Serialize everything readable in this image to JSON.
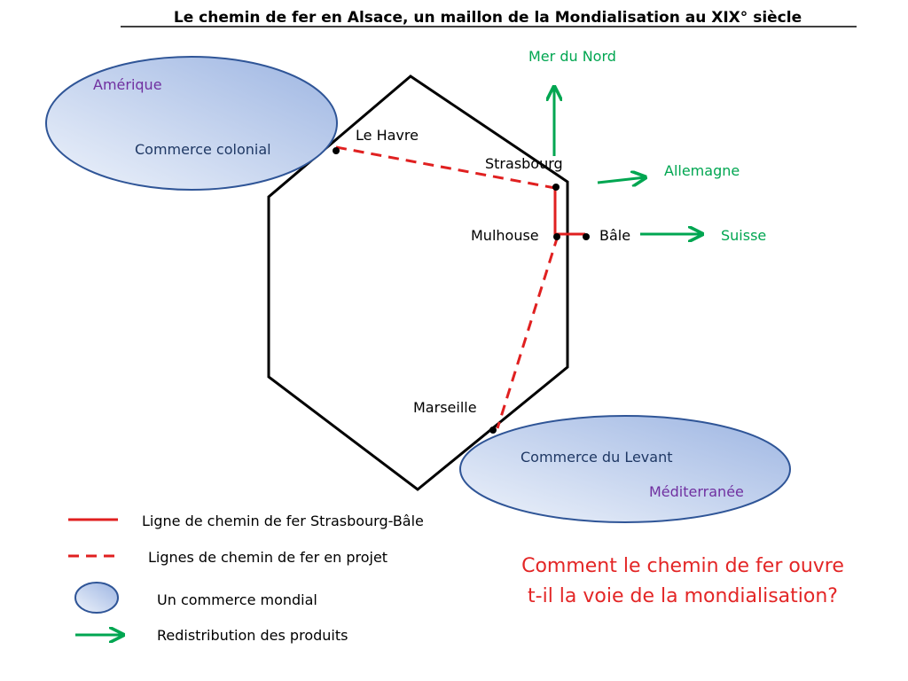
{
  "title": "Le chemin de fer en Alsace, un maillon de la Mondialisation au XIX° siècle",
  "colors": {
    "rail": "#e02020",
    "arrow": "#00a651",
    "ellipse_stroke": "#2f5597",
    "region_label": "#7030a0",
    "trade_label": "#1f3864",
    "question": "#e32626"
  },
  "cities": {
    "le_havre": "Le Havre",
    "strasbourg": "Strasbourg",
    "mulhouse": "Mulhouse",
    "bale": "Bâle",
    "marseille": "Marseille"
  },
  "destinations": {
    "mer_du_nord": "Mer du Nord",
    "allemagne": "Allemagne",
    "suisse": "Suisse"
  },
  "zones": {
    "amerique": {
      "region": "Amérique",
      "trade": "Commerce colonial"
    },
    "mediterranee": {
      "region": "Méditerranée",
      "trade": "Commerce du Levant"
    }
  },
  "legend": {
    "solid_line": "Ligne de chemin de fer Strasbourg-Bâle",
    "dashed_line": "Lignes de chemin de fer en projet",
    "ellipse": "Un commerce mondial",
    "arrow": "Redistribution des produits"
  },
  "question": "Comment le chemin de fer ouvre t-il la voie de la mondialisation?"
}
